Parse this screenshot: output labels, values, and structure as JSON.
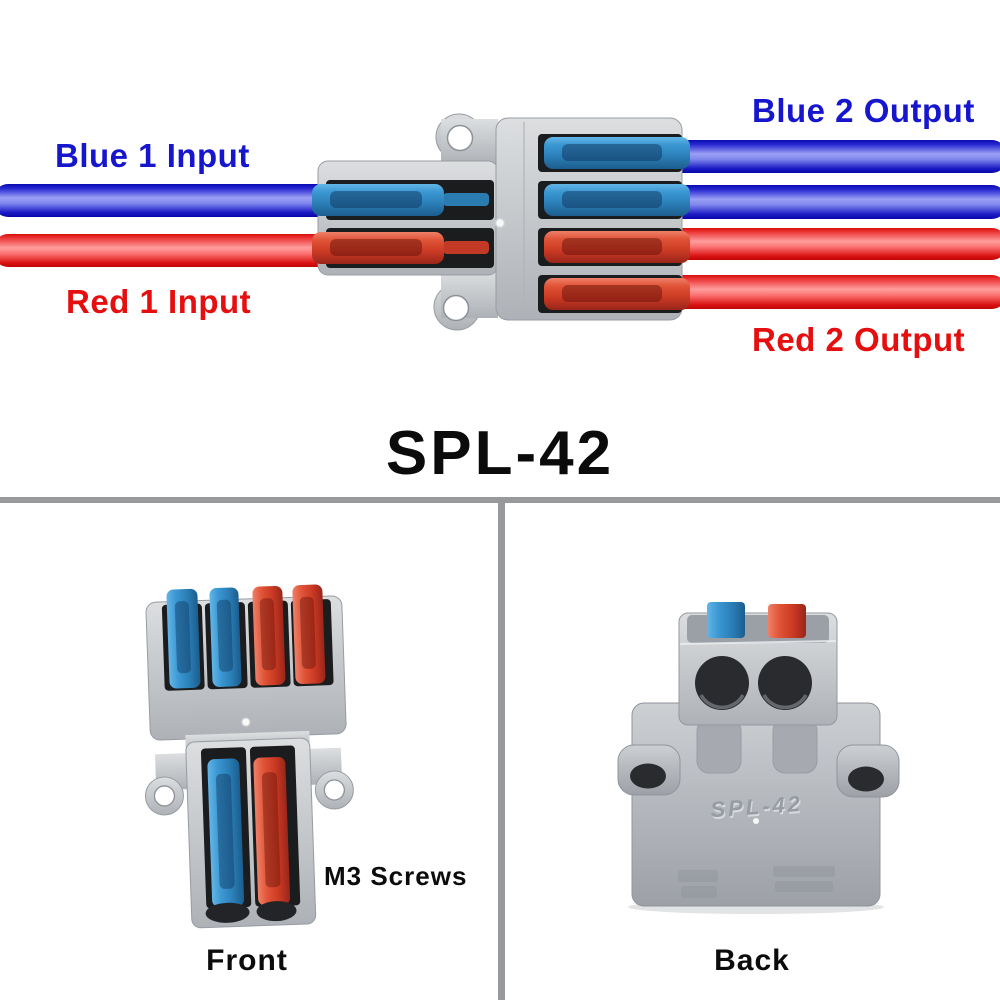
{
  "product": {
    "title": "SPL-42",
    "model_embossed": "SPL-42"
  },
  "annotations": {
    "blue_input": "Blue 1 Input",
    "red_input": "Red 1 Input",
    "blue_output": "Blue 2 Output",
    "red_output": "Red 2 Output",
    "screws": "M3 Screws"
  },
  "views": {
    "front_caption": "Front",
    "back_caption": "Back"
  },
  "colors": {
    "label_blue": "#1616cf",
    "label_red": "#e60f0f",
    "title_black": "#0b0b0b",
    "wire_blue": "#2222cc",
    "wire_red": "#e01414",
    "lever_blue": "#2e86c1",
    "lever_red": "#cc3a24",
    "connector_gray": "#c3c7cb",
    "divider_gray": "#97999b",
    "background": "#ffffff"
  }
}
